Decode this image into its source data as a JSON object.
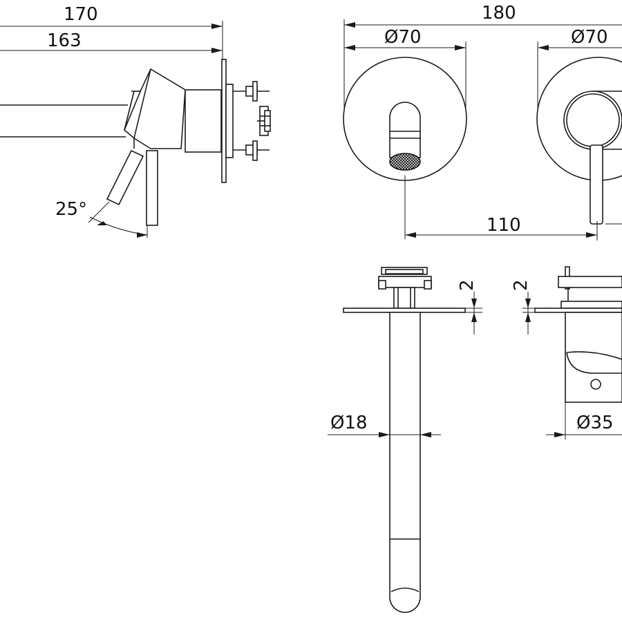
{
  "dimensions": {
    "overall_depth": "170",
    "spout_depth": "163",
    "lever_angle": "25°",
    "overall_width": "180",
    "spout_plate_dia": "Ø70",
    "mixer_plate_dia": "Ø70",
    "centres": "110",
    "spout_plate_gap": "2",
    "mixer_plate_gap": "2",
    "spout_dia": "Ø18",
    "mixer_body_dia": "Ø35"
  },
  "colors": {
    "line": "#1a1a1a",
    "background": "#ffffff"
  }
}
